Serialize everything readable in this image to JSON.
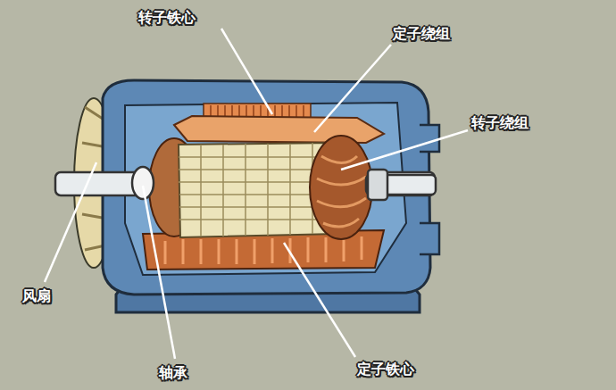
{
  "diagram": {
    "labels": [
      "转子铁心",
      "定子绕组",
      "转子绕组",
      "风扇",
      "轴承",
      "定子铁心"
    ]
  }
}
